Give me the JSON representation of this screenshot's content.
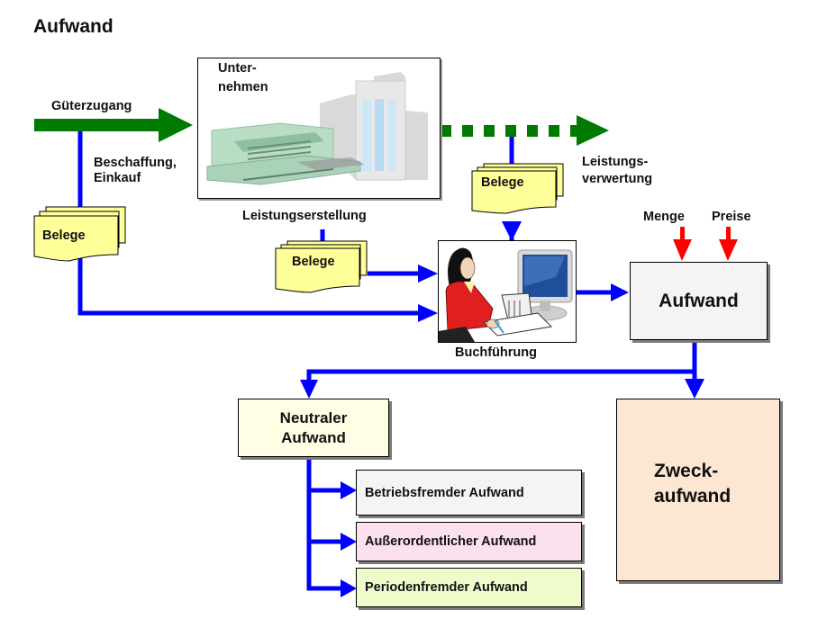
{
  "title": "Aufwand",
  "labels": {
    "gueterzugang": "Güterzugang",
    "beschaffung": [
      "Beschaffung,",
      "Einkauf"
    ],
    "unternehmen": [
      "Unter-",
      "nehmen"
    ],
    "leistungserstellung": "Leistungserstellung",
    "leistungsverwertung": [
      "Leistungs-",
      "verwertung"
    ],
    "buchfuehrung": "Buchführung",
    "menge": "Menge",
    "preise": "Preise"
  },
  "belege": [
    "Belege",
    "Belege",
    "Belege"
  ],
  "boxes": {
    "aufwand": "Aufwand",
    "neutraler": [
      "Neutraler",
      "Aufwand"
    ],
    "zweck": [
      "Zweck-",
      "aufwand"
    ],
    "sub": [
      {
        "label": "Betriebsfremder Aufwand",
        "color": "#f4f4f4"
      },
      {
        "label": "Außerordentlicher Aufwand",
        "color": "#fde0ee"
      },
      {
        "label": "Periodenfremder Aufwand",
        "color": "#eefccc"
      }
    ]
  },
  "colors": {
    "flow_green": "#007a00",
    "flow_blue": "#0000ff",
    "input_red": "#ff0000",
    "belege_fill": "#ffff99",
    "aufwand_fill": "#f4f4f4",
    "neutraler_fill": "#fffde4",
    "zweck_fill": "#fde6d2"
  }
}
